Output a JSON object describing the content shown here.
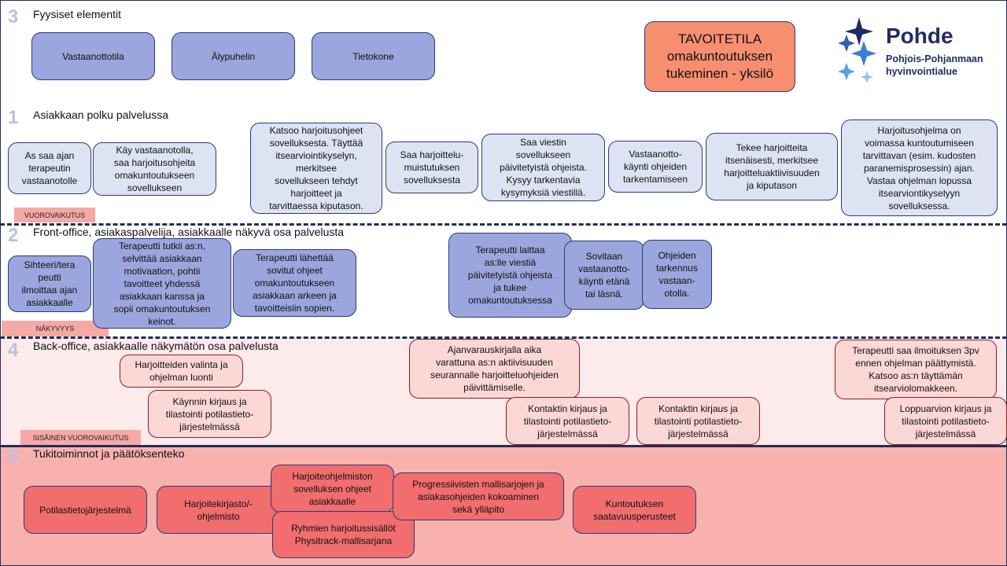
{
  "goal": {
    "line1": "TAVOITETILA",
    "line2": "omakuntoutuksen",
    "line3": "tukeminen - yksilö"
  },
  "logo": {
    "name": "Pohde",
    "sub1": "Pohjois-Pohjanmaan",
    "sub2": "hyvinvointialue",
    "color": "#1f2c63",
    "accent": "#3a7fd4"
  },
  "sections": {
    "s3": {
      "num": "3",
      "title": "Fyysiset elementit"
    },
    "s1": {
      "num": "1",
      "title": "Asiakkaan polku palvelussa"
    },
    "s2": {
      "num": "2",
      "title": "Front-office, asiakaspalvelija, asiakkaalle näkyvä osa palvelusta"
    },
    "s4": {
      "num": "4",
      "title": "Back-office, asiakkaalle näkymätön osa palvelusta"
    },
    "s5": {
      "num": "5",
      "title": "Tukitoiminnot ja päätöksenteko"
    }
  },
  "tags": {
    "vuorovaikutus": "VUOROVAIKUTUS",
    "nakyvyys": "NÄKYVYYS",
    "sisainen": "SISÄINEN VUOROVAIKUTUS"
  },
  "physical": [
    "Vastaanottotila",
    "Älypuhelin",
    "Tietokone"
  ],
  "path": [
    [
      "As saa ajan",
      "terapeutin",
      "vastaanotolle"
    ],
    [
      "Käy vastaanotolla,",
      "saa harjoitusohjeita",
      "omakuntoutukseen",
      "sovellukseen"
    ],
    [
      "Katsoo harjoitusohjeet",
      "sovelluksesta. Täyttää",
      "itsearviointikyselyn,",
      "merkitsee",
      "sovellukseen tehdyt",
      "harjoitteet ja",
      "tarvittaessa kiputason."
    ],
    [
      "Saa harjoittelu-",
      "muistutuksen",
      "sovelluksesta"
    ],
    [
      "Saa viestin",
      "sovellukseen",
      "päivitetyistä ohjeista.",
      "Kysyy tarkentavia",
      "kysymyksiä viestillä."
    ],
    [
      "Vastaanotto-",
      "käynti ohjeiden",
      "tarkentamiseen"
    ],
    [
      "Tekee harjoitteita",
      "itsenäisesti, merkitsee",
      "harjoitteluaktiivisuuden",
      "ja kiputason"
    ],
    [
      "Harjoitusohjelma on",
      "voimassa kuntoutumiseen",
      "tarvittavan (esim. kudosten",
      "paranemisprosessin) ajan.",
      "Vastaa ohjelman lopussa",
      "itsearviontikyselyyn",
      "sovelluksessa."
    ]
  ],
  "front": [
    [
      "Sihteeri/tera",
      "peutti",
      "ilmoittaa ajan",
      "asiakkaalle"
    ],
    [
      "Terapeutti tutkii as:n,",
      "selvittää asiakkaan",
      "motivaation, pohtii",
      "tavoitteet yhdessä",
      "asiakkaan kanssa ja",
      "sopii omakuntoutuksen",
      "keinot."
    ],
    [
      "Terapeutti lähettää",
      "sovitut ohjeet",
      "omakuntoutukseen",
      "asiakkaan arkeen ja",
      "tavoitteisiin sopien."
    ],
    [
      "Terapeutti laittaa",
      "as:lle viestiä",
      "päivitetyistä ohjeista",
      "ja tukee",
      "omakuntoutuksessa"
    ],
    [
      "Sovitaan",
      "vastaanotto-",
      "käynti etänä",
      "tai läsnä."
    ],
    [
      "Ohjeiden",
      "tarkennus",
      "vastaan-",
      "otolla."
    ]
  ],
  "back": [
    [
      "Harjoitteiden valinta ja",
      "ohjelman luonti"
    ],
    [
      "Käynnin kirjaus ja",
      "tilastointi potilastieto-",
      "järjestelmässä"
    ],
    [
      "Ajanvarauskirjalla aika",
      "varattuna as:n aktiivisuuden",
      "seurannalle harjoitteluohjeiden",
      "päivittämiselle."
    ],
    [
      "Kontaktin kirjaus ja",
      "tilastointi potilastieto-",
      "järjestelmässä"
    ],
    [
      "Kontaktin kirjaus ja",
      "tilastointi potilastieto-",
      "järjestelmässä"
    ],
    [
      "Terapeutti saa ilmoituksen 3pv",
      "ennen ohjelman päättymistä.",
      "Katsoo as:n täyttämän",
      "itsearviolomakkeen."
    ],
    [
      "Loppuarvion kirjaus ja",
      "tilastointi potilastieto-",
      "järjestelmässä"
    ]
  ],
  "support": [
    [
      "Potilastietojärjestelmä"
    ],
    [
      "Harjoitekirjasto/-",
      "ohjelmisto"
    ],
    [
      "Harjoiteohjelmiston",
      "sovelluksen ohjeet",
      "asiakkaalle"
    ],
    [
      "Ryhmien harjoitussisällöt",
      "Physitrack-mallisarjana"
    ],
    [
      "Progressiivisten mallisarjojen ja",
      "asiakasohjeiden kokoaminen",
      "sekä ylläpito"
    ],
    [
      "Kuntoutuksen",
      "saatavuusperusteet"
    ]
  ]
}
